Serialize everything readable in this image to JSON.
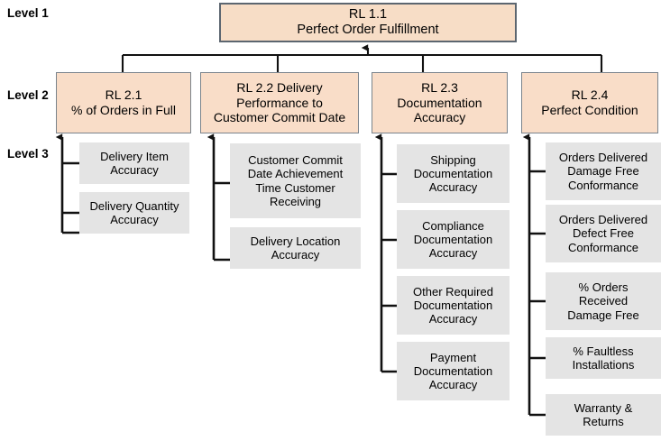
{
  "diagram": {
    "title": "Perfect Order Fulfillment metric hierarchy",
    "colors": {
      "level1_fill": "#f7ddc6",
      "level1_stroke": "#5c6670",
      "level2_fill": "#f9ddc8",
      "level2_stroke": "#7b848c",
      "level3_fill": "#e4e4e4",
      "connector": "#111111",
      "text": "#000000",
      "background": "#ffffff"
    },
    "level_labels": [
      {
        "id": "level-1",
        "text": "Level 1"
      },
      {
        "id": "level-2",
        "text": "Level 2"
      },
      {
        "id": "level-3",
        "text": "Level 3"
      }
    ],
    "level1": {
      "id": "rl-1-1",
      "code": "RL 1.1",
      "name": "Perfect Order Fulfillment",
      "text": "RL 1.1\nPerfect Order Fulfillment"
    },
    "level2": [
      {
        "id": "rl-2-1",
        "code": "RL 2.1",
        "name": "% of Orders in Full",
        "text": "RL 2.1\n% of Orders in Full"
      },
      {
        "id": "rl-2-2",
        "code": "RL 2.2",
        "name": "Delivery Performance to Customer Commit Date",
        "text": "RL 2.2 Delivery\nPerformance to\nCustomer Commit Date"
      },
      {
        "id": "rl-2-3",
        "code": "RL 2.3",
        "name": "Documentation Accuracy",
        "text": "RL 2.3\nDocumentation\nAccuracy"
      },
      {
        "id": "rl-2-4",
        "code": "RL 2.4",
        "name": "Perfect Condition",
        "text": "RL 2.4\nPerfect Condition"
      }
    ],
    "level3": {
      "rl-2-1": [
        {
          "id": "delivery-item-accuracy",
          "text": "Delivery Item\nAccuracy"
        },
        {
          "id": "delivery-quantity-accuracy",
          "text": "Delivery Quantity\nAccuracy"
        }
      ],
      "rl-2-2": [
        {
          "id": "customer-commit-date-achievement",
          "text": "Customer Commit\nDate Achievement\nTime Customer\nReceiving"
        },
        {
          "id": "delivery-location-accuracy",
          "text": "Delivery Location\nAccuracy"
        }
      ],
      "rl-2-3": [
        {
          "id": "shipping-documentation-accuracy",
          "text": "Shipping\nDocumentation\nAccuracy"
        },
        {
          "id": "compliance-documentation-accuracy",
          "text": "Compliance\nDocumentation\nAccuracy"
        },
        {
          "id": "other-required-documentation-accuracy",
          "text": "Other Required\nDocumentation\nAccuracy"
        },
        {
          "id": "payment-documentation-accuracy",
          "text": "Payment\nDocumentation\nAccuracy"
        }
      ],
      "rl-2-4": [
        {
          "id": "orders-delivered-damage-free-conformance",
          "text": "Orders Delivered\nDamage Free\nConformance"
        },
        {
          "id": "orders-delivered-defect-free-conformance",
          "text": "Orders Delivered\nDefect Free\nConformance"
        },
        {
          "id": "percent-orders-received-damage-free",
          "text": "% Orders\nReceived\nDamage Free"
        },
        {
          "id": "percent-faultless-installations",
          "text": "% Faultless\nInstallations"
        },
        {
          "id": "warranty-and-returns",
          "text": "Warranty &\nReturns"
        }
      ]
    }
  }
}
